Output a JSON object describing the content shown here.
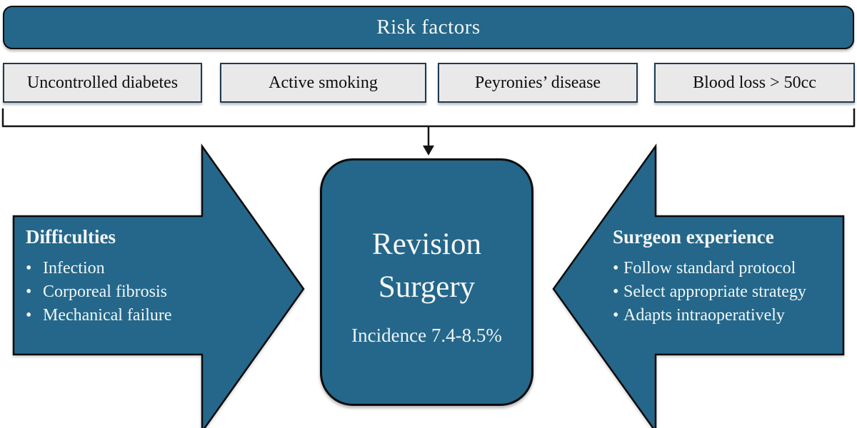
{
  "colors": {
    "teal": "#24678A",
    "box_bg": "#e9e9e9",
    "box_border": "#1e3a52",
    "outline": "#0c0c0c",
    "light_text": "#f2f6f8"
  },
  "bullet_char": "•",
  "banner": {
    "title": "Risk factors"
  },
  "risk_factors": {
    "items": [
      "Uncontrolled diabetes",
      "Active smoking",
      "Peyronies’ disease",
      "Blood loss > 50cc"
    ]
  },
  "center_box": {
    "title_line1": "Revision",
    "title_line2": "Surgery",
    "incidence": "Incidence 7.4-8.5%"
  },
  "left_arrow": {
    "title": "Difficulties",
    "bullets": [
      "Infection",
      "Corporeal fibrosis",
      "Mechanical failure"
    ]
  },
  "right_arrow": {
    "title": "Surgeon experience",
    "bullets": [
      "Follow standard protocol",
      "Select appropriate strategy",
      "Adapts intraoperatively"
    ]
  }
}
